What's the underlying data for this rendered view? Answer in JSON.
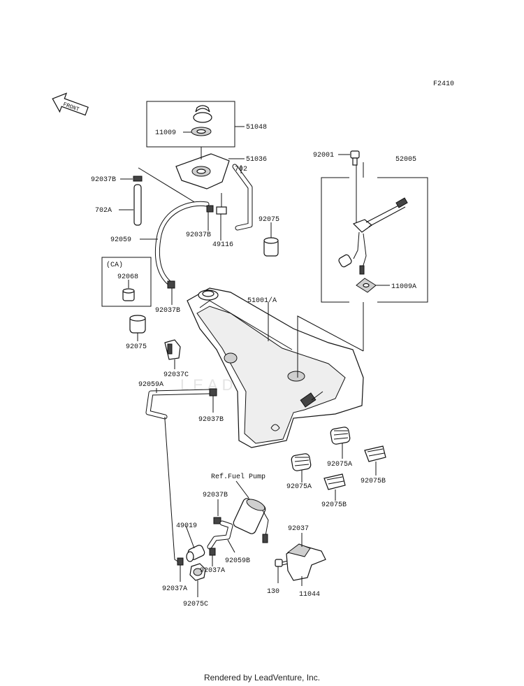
{
  "figure_code": "F2410",
  "front_label": "FRONT",
  "watermark": "LEADVENTURE",
  "footer": "Rendered by LeadVenture, Inc.",
  "ca_label": "(CA)",
  "ref_label": "Ref.Fuel Pump",
  "parts": {
    "p51048": "51048",
    "p11009": "11009",
    "p51036": "51036",
    "p702": "702",
    "p92037B_top": "92037B",
    "p702A": "702A",
    "p92059": "92059",
    "p92037B_mid": "92037B",
    "p49116": "49116",
    "p92075_right": "92075",
    "p92068": "92068",
    "p92037B_tank": "92037B",
    "p92075_left": "92075",
    "p51001A": "51001/A",
    "p92037C": "92037C",
    "p92059A": "92059A",
    "p92037B_lower": "92037B",
    "p92001": "92001",
    "p52005": "52005",
    "p11009A": "11009A",
    "p92075A_1": "92075A",
    "p92075A_2": "92075A",
    "p92075B_1": "92075B",
    "p92075B_2": "92075B",
    "p92037B_pump": "92037B",
    "p49019": "49019",
    "p92059B": "92059B",
    "p92037A_1": "92037A",
    "p92037A_2": "92037A",
    "p92075C": "92075C",
    "p92037": "92037",
    "p130": "130",
    "p11044": "11044"
  }
}
